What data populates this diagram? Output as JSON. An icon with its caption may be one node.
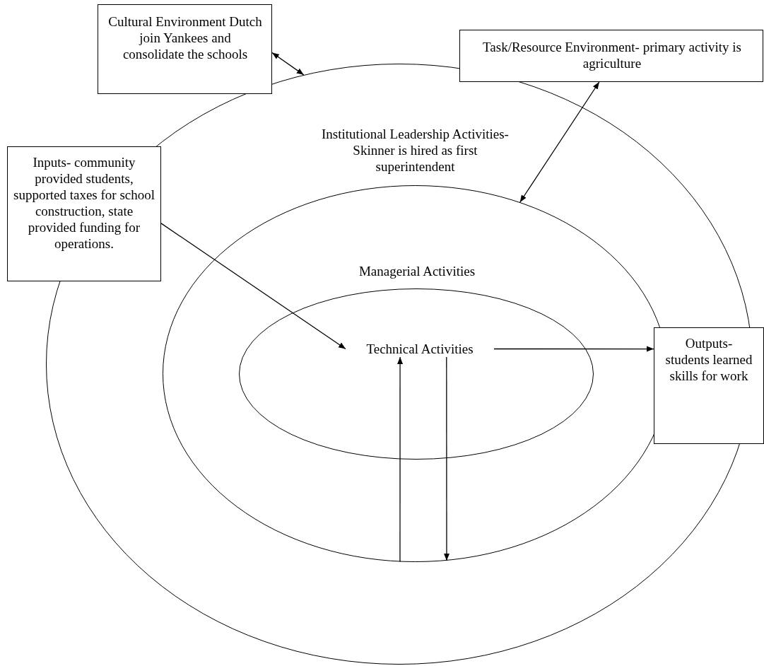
{
  "diagram": {
    "nodes": [
      {
        "text": [
          "Cultural Environment Dutch join Yankees and consolidate the schools"
        ]
      },
      {
        "text": [
          "Task/Resource Environment- primary activity is agriculture"
        ]
      },
      {
        "text": [
          "Inputs- community provided students, supported taxes for school construction, state provided funding for operations."
        ]
      },
      {
        "text": [
          "Institutional Leadership Activities- Skinner is hired as first superintendent"
        ]
      },
      {
        "text": [
          "Managerial Activities"
        ],
        "in": 3
      },
      {
        "text": [
          "Technical Activities"
        ],
        "in": 4
      },
      {
        "text": [
          "Outputs- students learned skills for work"
        ]
      }
    ],
    "edges": [
      {
        "from": 0,
        "to": 3,
        "arrow": "both"
      },
      {
        "from": 1,
        "to": 4,
        "arrow": "both"
      },
      {
        "from": 2,
        "to": 5,
        "arrow": "to"
      },
      {
        "from": 4,
        "to": 5,
        "arrow": "to"
      },
      {
        "from": 5,
        "to": 4,
        "arrow": "to"
      },
      {
        "from": 5,
        "to": 6,
        "arrow": "to"
      }
    ]
  }
}
